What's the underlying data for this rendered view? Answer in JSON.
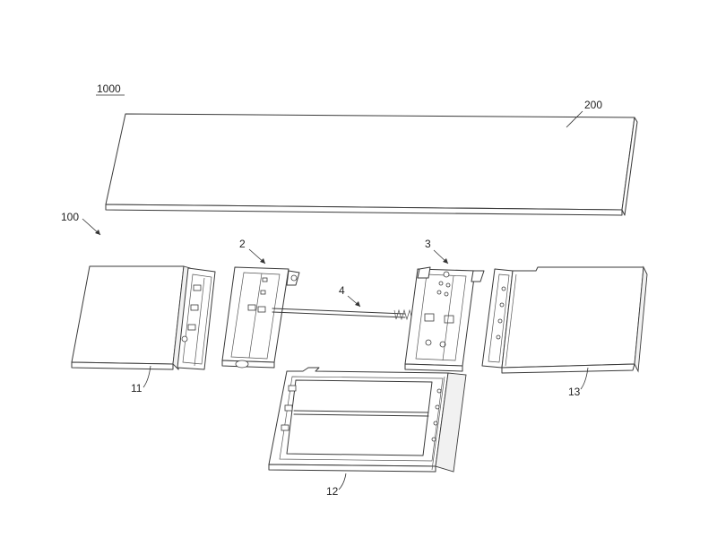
{
  "labels": {
    "assembly": "1000",
    "plate": "200",
    "base": "100",
    "part_2": "2",
    "part_3": "3",
    "part_4": "4",
    "part_11": "11",
    "part_12": "12",
    "part_13": "13"
  },
  "colors": {
    "line": "#3a3a3a",
    "background": "#ffffff"
  }
}
